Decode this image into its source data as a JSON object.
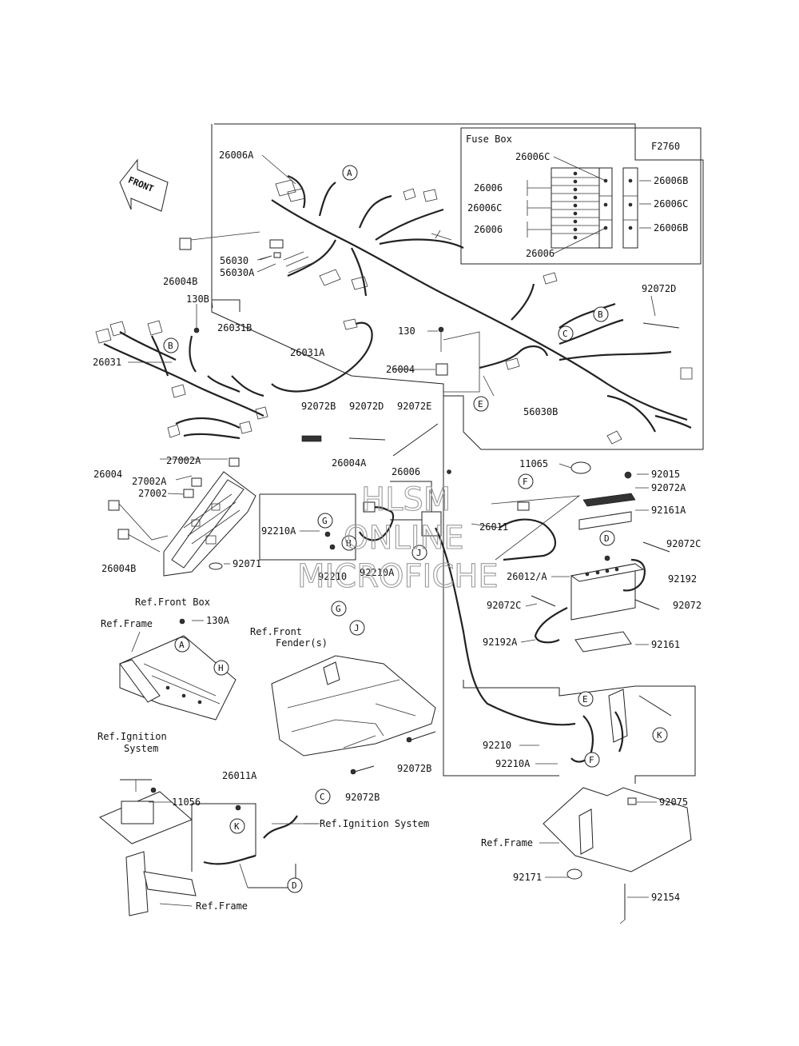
{
  "figure_code": "F2760",
  "front_arrow_label": "FRONT",
  "fuse_box": {
    "title": "Fuse Box",
    "left_labels": [
      "26006C",
      "26006",
      "26006C",
      "26006",
      "26006"
    ],
    "right_labels": [
      "26006B",
      "26006C",
      "26006B"
    ]
  },
  "part_labels": {
    "p26006A": "26006A",
    "p26004B_top": "26004B",
    "p56030": "56030",
    "p56030A": "56030A",
    "p130B": "130B",
    "p26031B": "26031B",
    "p26031": "26031",
    "p92072D_right": "92072D",
    "p130": "130",
    "p26031A": "26031A",
    "p26004_mid": "26004",
    "p56030B": "56030B",
    "p92072B": "92072B",
    "p92072D": "92072D",
    "p92072E": "92072E",
    "p27002A_top": "27002A",
    "p26004_left": "26004",
    "p27002A": "27002A",
    "p27002": "27002",
    "p26004B_bottom": "26004B",
    "p92071": "92071",
    "p26004A": "26004A",
    "p26006": "26006",
    "p92210A": "92210A",
    "p92210": "92210",
    "p92210A_b": "92210A",
    "p26011": "26011",
    "p11065": "11065",
    "p92015": "92015",
    "p92072A": "92072A",
    "p92161A": "92161A",
    "p92072C_r": "92072C",
    "p26012A": "26012/A",
    "p92192": "92192",
    "p92072C_l": "92072C",
    "p92072": "92072",
    "p92192A": "92192A",
    "p92161": "92161",
    "p130A": "130A",
    "p92210_r": "92210",
    "p92210A_r": "92210A",
    "p92072B_a": "92072B",
    "p92072B_b": "92072B",
    "p26011A": "26011A",
    "p11056": "11056",
    "p92075": "92075",
    "p92171": "92171",
    "p92154": "92154"
  },
  "ref_labels": {
    "front_box": "Ref.Front Box",
    "frame_a": "Ref.Frame",
    "front_fender_1": "Ref.Front",
    "front_fender_2": "Fender(s)",
    "ignition_1": "Ref.Ignition",
    "ignition_2": "System",
    "ignition_system": "Ref.Ignition System",
    "frame_b": "Ref.Frame",
    "frame_c": "Ref.Frame"
  },
  "callouts": [
    "A",
    "B",
    "B",
    "C",
    "E",
    "F",
    "D",
    "G",
    "H",
    "J",
    "A",
    "H",
    "G",
    "J",
    "E",
    "F",
    "K",
    "C",
    "K",
    "D"
  ],
  "watermark": {
    "line1": "HLSM",
    "line2": "ONLINE",
    "line3": "MICROFICHE"
  }
}
